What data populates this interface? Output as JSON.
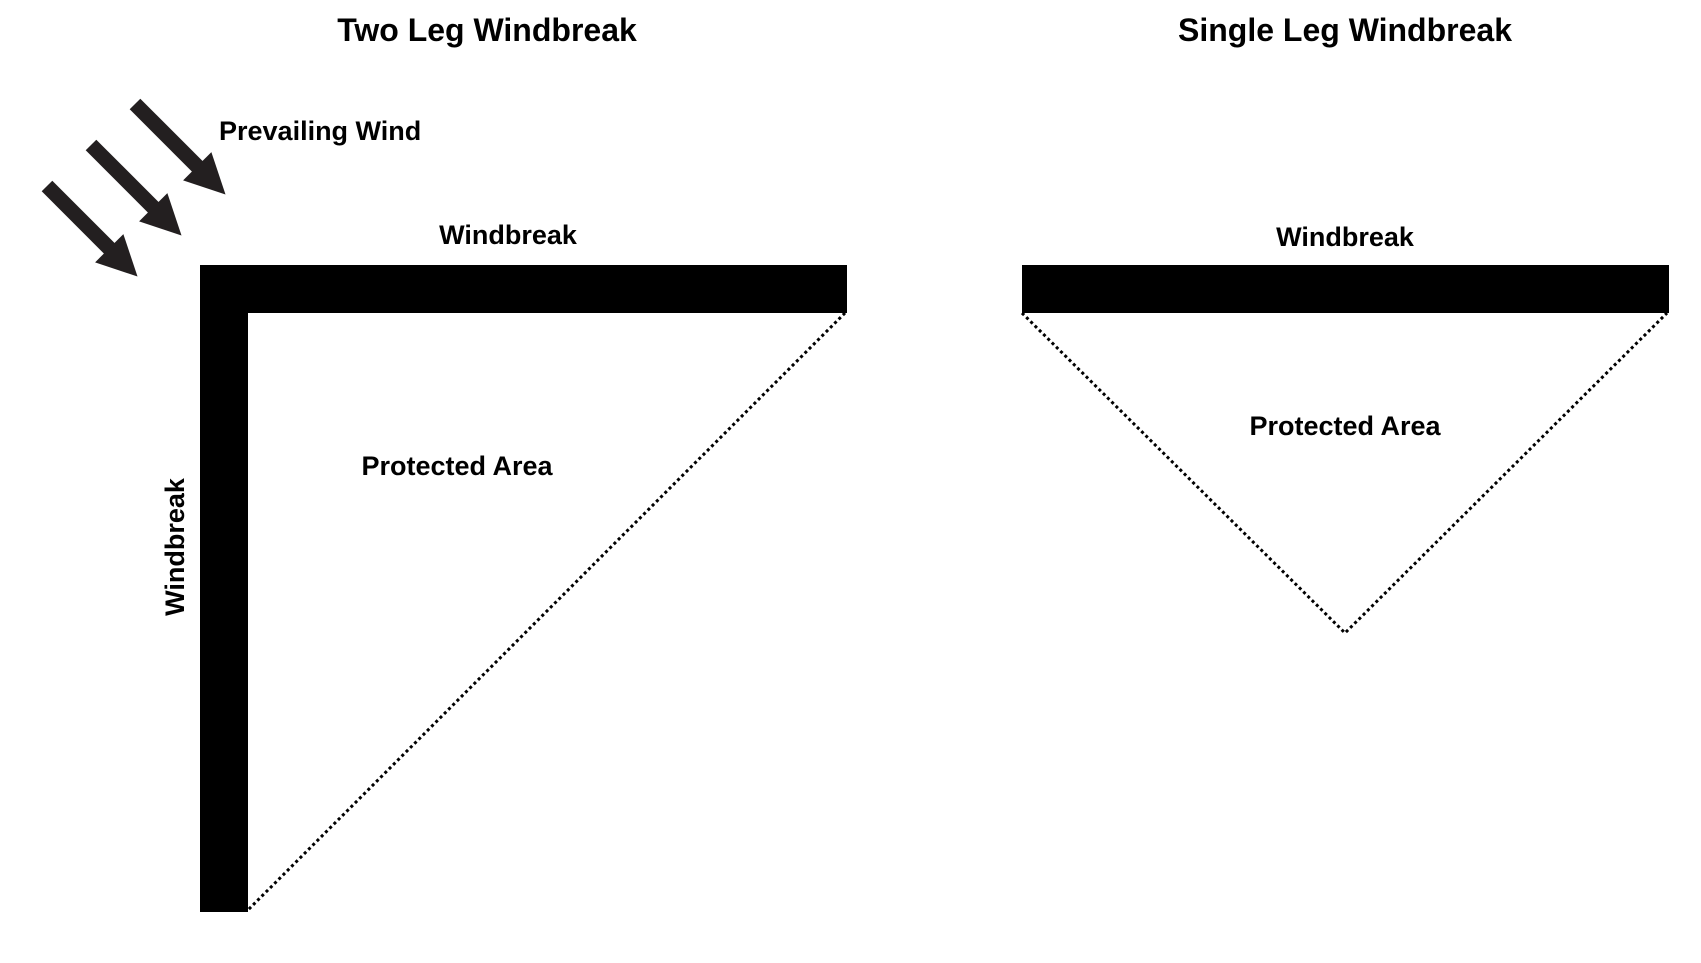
{
  "two_leg": {
    "title": "Two Leg Windbreak",
    "wind_label": "Prevailing Wind",
    "top_windbreak_label": "Windbreak",
    "side_windbreak_label": "Windbreak",
    "protected_area_label": "Protected Area"
  },
  "single_leg": {
    "title": "Single Leg Windbreak",
    "windbreak_label": "Windbreak",
    "protected_area_label": "Protected Area"
  },
  "colors": {
    "windbreak": "#000000",
    "arrow": "#231f20",
    "boundary": "#000000",
    "background": "#ffffff"
  },
  "icons": {
    "wind_arrows": "diagonal-down-right-arrow"
  }
}
